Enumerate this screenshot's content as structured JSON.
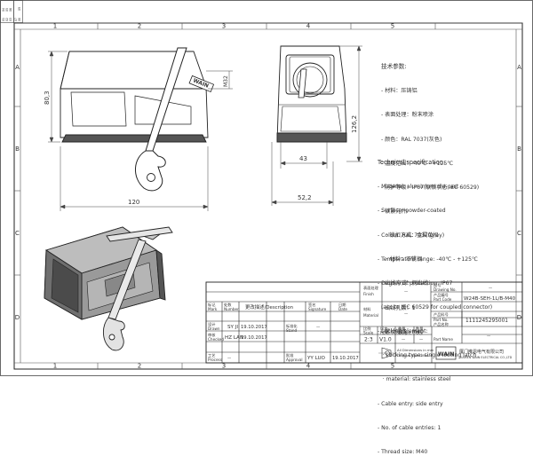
{
  "rulers": {
    "columns": [
      "1",
      "2",
      "3",
      "4",
      "5"
    ],
    "rows": [
      "A",
      "B",
      "C",
      "D"
    ]
  },
  "corner_block": [
    "01",
    "02",
    "03",
    "04",
    "05",
    "06",
    "07",
    "08",
    "09"
  ],
  "dimensions": {
    "height_left": "80,3",
    "m_size": "M32",
    "width_bottom": "120",
    "height_right": "126,2",
    "width_right_inner": "43",
    "width_right_outer": "52,2"
  },
  "brand_mark": "WAIN",
  "spec_cn": {
    "title": "技术参数:",
    "lines": [
      "- 材料：压铸铝",
      "- 表面处理：粉末喷涂",
      "- 颜色：RAL 7037(灰色)",
      "- 温度范围：-40℃ - +125℃",
      "- 防护等级：IP67(联锁状态,IEC 60529)",
      "- 锁紧元件:",
      "   · 锁扣方式：金属单扣",
      "   · 材料：不锈钢",
      "- 出线方式：侧出线",
      "- 出线孔数：1",
      "- 螺纹规格：M40"
    ]
  },
  "spec_en": {
    "title": "Technical specification:",
    "lines": [
      "- Material: aluminium die-cast",
      "- Surface: powder-coated",
      "- Colour: RAL 7037(grey)",
      "- Temperature range: -40℃ - +125℃",
      "- Degree of protection: IP67",
      "  (acc.to IEC 60529 for coupled connector)",
      "- Locking element:",
      "   · Locking type: single locking latch",
      "   · material: stainless steel",
      "- Cable entry: side entry",
      "- No. of cable entries: 1",
      "- Thread size: M40"
    ]
  },
  "title_block": {
    "finish_cn": "表面处理",
    "finish_en": "Finish",
    "finish_value": "—",
    "drawing_no_cn": "图号",
    "drawing_no_en": "Drawing No.",
    "drawing_no_value": "—",
    "part_code_cn": "产品编号",
    "part_code_en": "Part Code",
    "part_code_value": "W24B-SEH-1L/B-M40",
    "material_cn": "材料",
    "material_en": "Material",
    "material_value": "—",
    "part_no_cn": "产品料号",
    "part_no_en": "Part No.",
    "part_no_value": "1111245295001",
    "product_name_cn": "产品名称",
    "product_name_en": "Part Name",
    "product_name_value": "—",
    "hdr_mark": "标记",
    "hdr_mark_en": "Mark",
    "hdr_qty": "处数",
    "hdr_qty_en": "Number",
    "hdr_desc": "更改描述/Description",
    "hdr_sig": "签名",
    "hdr_sig_en": "Signature",
    "hdr_date": "日期",
    "hdr_date_en": "Date",
    "drawn_cn": "设计",
    "drawn_en": "Drawn",
    "drawn_name": "SY JI",
    "drawn_date": "19.10.2017",
    "checked_cn": "审核",
    "checked_en": "Checked",
    "checked_name": "HZ LAN",
    "checked_date": "19.10.2017",
    "process_cn": "工艺",
    "process_en": "Process",
    "process_name": "—",
    "standard_cn": "标准化",
    "standard_en": "Stand",
    "standard_value": "—",
    "approved_cn": "批准",
    "approved_en": "Approval",
    "approved_name": "YY LUO",
    "approved_date": "19.10.2017",
    "scale_cn": "比例",
    "scale_en": "Scale",
    "scale_value": "2:3",
    "rev_cn": "版本",
    "rev_en": "REV.",
    "rev_value": "V1.0",
    "weight_cn": "重量",
    "weight_en": "Weight",
    "weight_value": "—",
    "qty_cn": "数量",
    "qty_en": "Qty.",
    "qty_value": "—",
    "note_line1": "All Dimensions in mm",
    "note_line2": "Original Size DIN A 4",
    "company_cn": "厦门唯恩电气有限公司",
    "company_en": "XIAMEN WAIN ELECTRICAL CO.,LTD",
    "logo_text": "WAIN"
  }
}
